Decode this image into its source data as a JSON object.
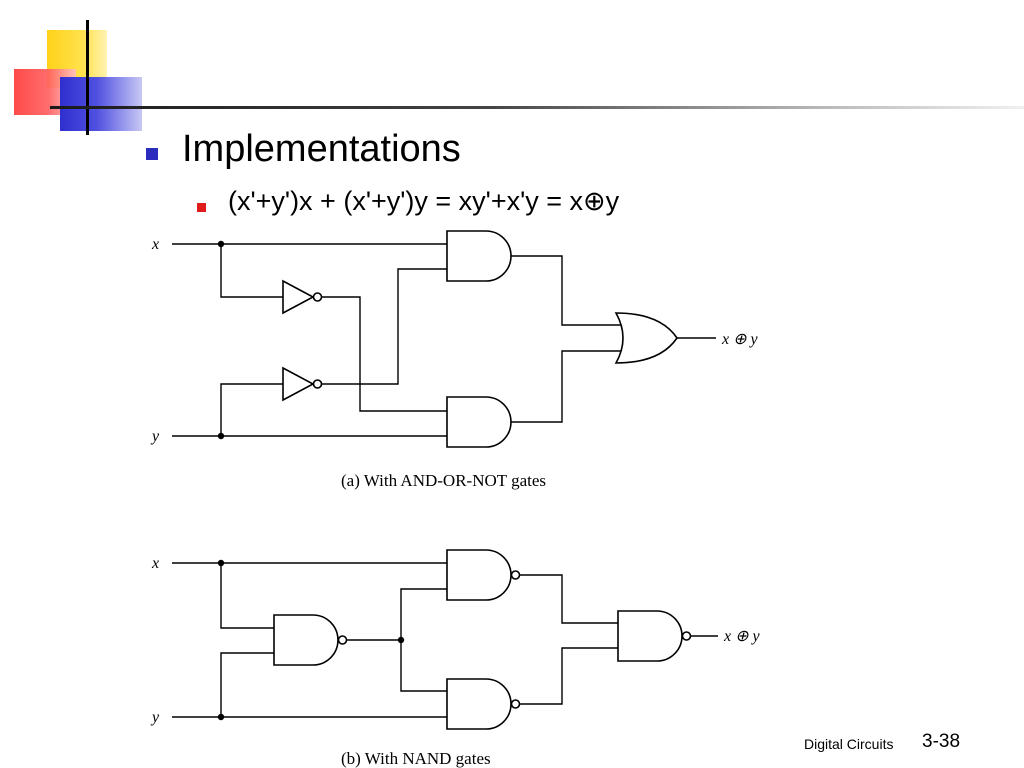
{
  "slide": {
    "heading": "Implementations",
    "subpoint": "(x'+y')x + (x'+y')y = xy'+x'y = x⊕y",
    "footer_text": "Digital Circuits",
    "page_number": "3-38"
  },
  "diagram_a": {
    "input_x": "x",
    "input_y": "y",
    "output": "x ⊕ y",
    "caption": "(a) With AND-OR-NOT gates"
  },
  "diagram_b": {
    "input_x": "x",
    "input_y": "y",
    "output": "x ⊕ y",
    "caption": "(b) With NAND gates"
  },
  "colors": {
    "bullet_level1": "#2b2bbd",
    "bullet_level2": "#e01b1b"
  }
}
